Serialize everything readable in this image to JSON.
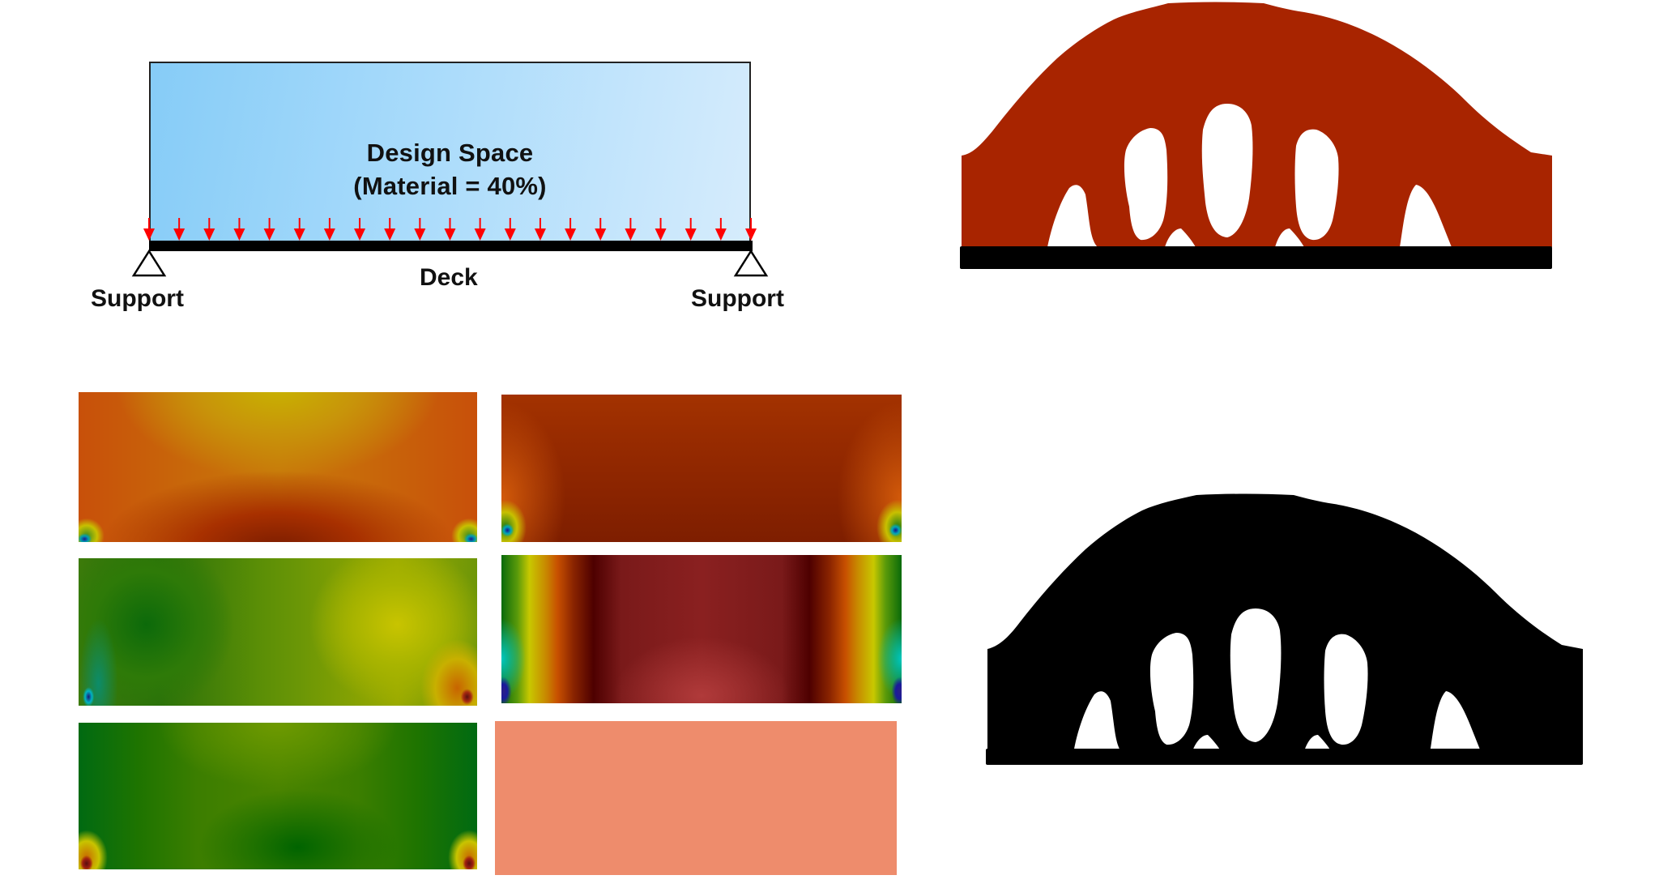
{
  "problem_diagram": {
    "design_space_title": "Design Space",
    "design_space_subtitle": "(Material = 40%)",
    "deck_label": "Deck",
    "support_left_label": "Support",
    "support_right_label": "Support",
    "load_arrow_count": 21,
    "colors": {
      "design_space_fill_start": "#86ccf7",
      "design_space_fill_end": "#d6ecfc",
      "load_arrow": "#ff0000",
      "deck": "#000000"
    }
  },
  "field_plots": {
    "layout": "3 rows x 2 columns",
    "panels": [
      {
        "row": 1,
        "col": 1,
        "dominant_colors": [
          "#c8500a",
          "#c8b400",
          "#7a1c00"
        ]
      },
      {
        "row": 1,
        "col": 2,
        "dominant_colors": [
          "#a33200",
          "#7e1e00"
        ]
      },
      {
        "row": 2,
        "col": 1,
        "dominant_colors": [
          "#2a700a",
          "#c8c400",
          "#1a1478"
        ]
      },
      {
        "row": 2,
        "col": 2,
        "dominant_colors": [
          "#8a2020",
          "#c85000",
          "#c8c800",
          "#00c8c0"
        ]
      },
      {
        "row": 3,
        "col": 1,
        "dominant_colors": [
          "#006a12",
          "#4a8400",
          "#a02010"
        ]
      },
      {
        "row": 3,
        "col": 2,
        "dominant_colors": [
          "#ee8c6c"
        ]
      }
    ]
  },
  "optimized_results": {
    "top": {
      "fill": "#a82400",
      "deck": "#000000"
    },
    "bottom": {
      "fill": "#000000",
      "deck": "#000000"
    }
  }
}
